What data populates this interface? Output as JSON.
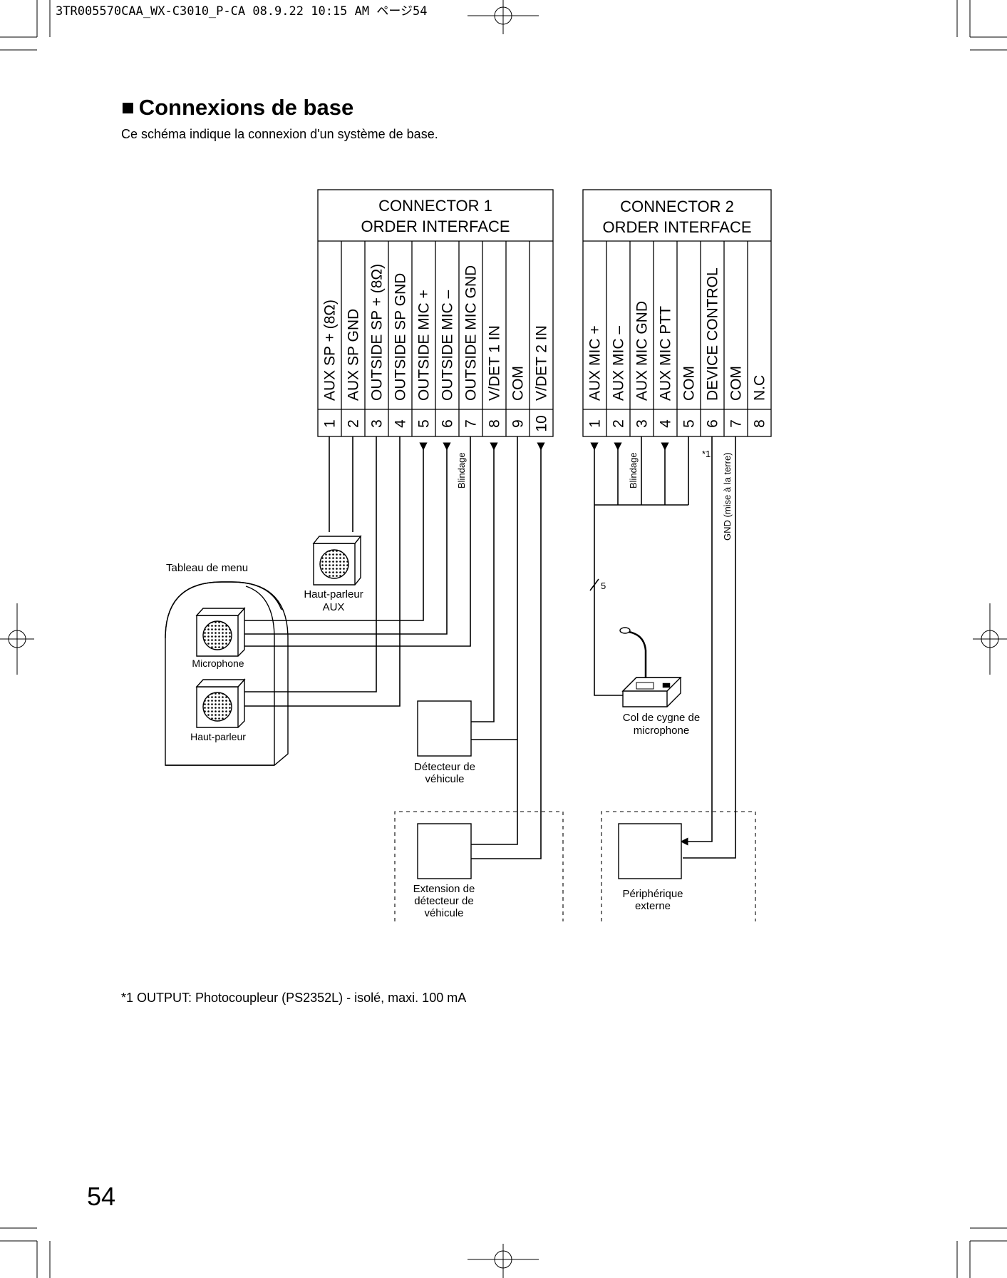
{
  "slug": "3TR005570CAA_WX-C3010_P-CA  08.9.22  10:15 AM     ページ54",
  "heading": {
    "square": "■",
    "title": "Connexions de base"
  },
  "intro": "Ce schéma indique la connexion d'un système de base.",
  "connector1": {
    "title_line1": "CONNECTOR 1",
    "title_line2": "ORDER INTERFACE",
    "pins": [
      {
        "num": "1",
        "label": "AUX SP + (8Ω)"
      },
      {
        "num": "2",
        "label": "AUX SP GND"
      },
      {
        "num": "3",
        "label": "OUTSIDE SP + (8Ω)"
      },
      {
        "num": "4",
        "label": "OUTSIDE SP GND"
      },
      {
        "num": "5",
        "label": "OUTSIDE MIC +"
      },
      {
        "num": "6",
        "label": "OUTSIDE MIC –"
      },
      {
        "num": "7",
        "label": "OUTSIDE MIC GND"
      },
      {
        "num": "8",
        "label": "V/DET 1 IN"
      },
      {
        "num": "9",
        "label": "COM"
      },
      {
        "num": "10",
        "label": "V/DET 2 IN"
      }
    ]
  },
  "connector2": {
    "title_line1": "CONNECTOR 2",
    "title_line2": "ORDER INTERFACE",
    "pins": [
      {
        "num": "1",
        "label": "AUX MIC +"
      },
      {
        "num": "2",
        "label": "AUX MIC –"
      },
      {
        "num": "3",
        "label": "AUX MIC GND"
      },
      {
        "num": "4",
        "label": "AUX MIC PTT"
      },
      {
        "num": "5",
        "label": "COM"
      },
      {
        "num": "6",
        "label": "DEVICE CONTROL"
      },
      {
        "num": "7",
        "label": "COM"
      },
      {
        "num": "8",
        "label": "N.C"
      }
    ]
  },
  "labels": {
    "blindage1": "Blindage",
    "blindage2": "Blindage",
    "note_marker": "*1",
    "gnd": "GND (mise à la terre)",
    "menu_board": "Tableau de menu",
    "aux_speaker_l1": "Haut-parleur",
    "aux_speaker_l2": "AUX",
    "microphone": "Microphone",
    "speaker": "Haut-parleur",
    "vehicle_det_l1": "Détecteur de",
    "vehicle_det_l2": "véhicule",
    "ext_det_l1": "Extension de",
    "ext_det_l2": "détecteur de",
    "ext_det_l3": "véhicule",
    "gooseneck_l1": "Col de cygne de",
    "gooseneck_l2": "microphone",
    "peripheral_l1": "Périphérique",
    "peripheral_l2": "externe",
    "wire_count": "5"
  },
  "footnote": "*1 OUTPUT: Photocoupleur (PS2352L) - isolé, maxi. 100 mA",
  "page_number": "54"
}
